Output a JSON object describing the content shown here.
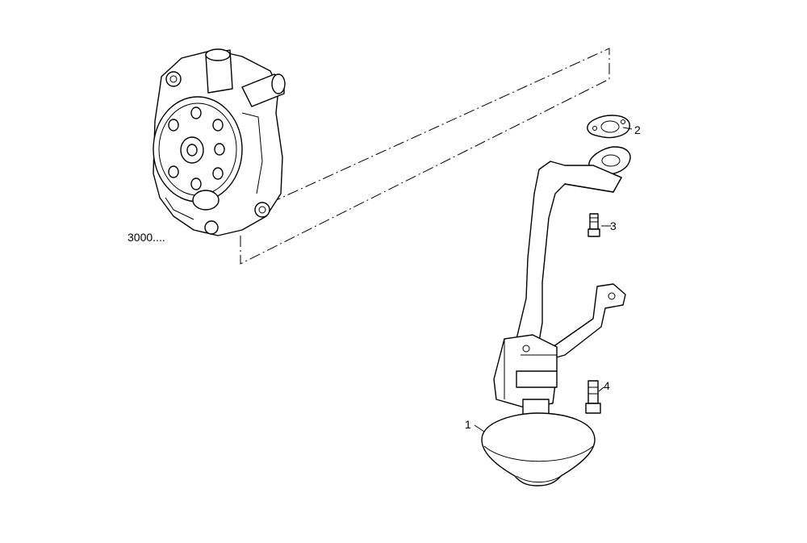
{
  "callouts": {
    "pump_ref": "3000....",
    "part_1": "1",
    "part_2": "2",
    "part_3": "3",
    "part_4": "4"
  }
}
